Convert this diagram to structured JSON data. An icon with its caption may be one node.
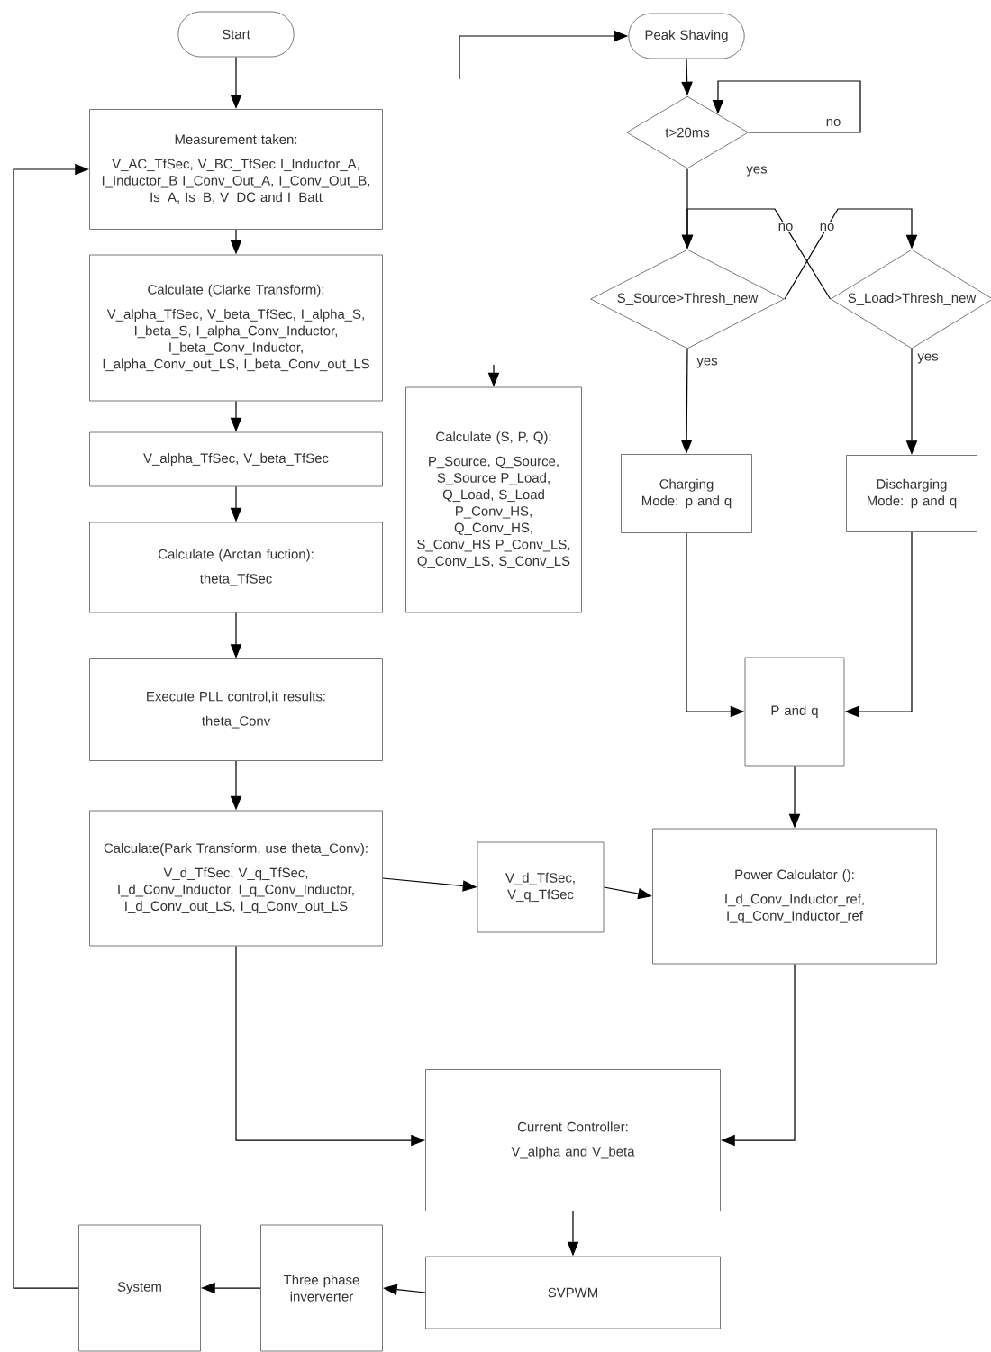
{
  "diagram": {
    "nodes": [
      {
        "text": [
          "Start"
        ]
      },
      {
        "text": [
          "Measurement taken:",
          "V_AC_TfSec, V_BC_TfSec I_Inductor_A, I_Inductor_B I_Conv_Out_A, I_Conv_Out_B, Is_A, Is_B, V_DC and I_Batt"
        ]
      },
      {
        "text": [
          "Calculate (Clarke Transform):",
          "V_alpha_TfSec, V_beta_TfSec, I_alpha_S, I_beta_S, I_alpha_Conv_Inductor, I_beta_Conv_Inductor, I_alpha_Conv_out_LS, I_beta_Conv_out_LS"
        ]
      },
      {
        "text": [
          "V_alpha_TfSec, V_beta_TfSec"
        ]
      },
      {
        "text": [
          "Calculate (Arctan fuction):",
          "theta_TfSec"
        ]
      },
      {
        "text": [
          "Execute PLL control,it results:",
          "theta_Conv"
        ]
      },
      {
        "text": [
          "Calculate(Park Transform, use theta_Conv):",
          "V_d_TfSec, V_q_TfSec, I_d_Conv_Inductor, I_q_Conv_Inductor, I_d_Conv_out_LS, I_q_Conv_out_LS"
        ]
      },
      {
        "text": [
          "V_d_TfSec, V_q_TfSec"
        ]
      },
      {
        "text": [
          "Power Calculator ():",
          "I_d_Conv_Inductor_ref, I_q_Conv_Inductor_ref"
        ]
      },
      {
        "text": [
          "Current Controller:",
          "V_alpha and V_beta"
        ]
      },
      {
        "text": [
          "SVPWM"
        ]
      },
      {
        "text": [
          "Three phase inververter"
        ]
      },
      {
        "text": [
          "System"
        ]
      },
      {
        "text": [
          "Peak Shaving"
        ]
      },
      {
        "text": [
          "t>20ms"
        ]
      },
      {
        "text": [
          "S_Source>Thresh_new"
        ]
      },
      {
        "text": [
          "S_Load>Thresh_new"
        ]
      },
      {
        "text": [
          "Calculate (S, P, Q):",
          "P_Source, Q_Source, S_Source P_Load, Q_Load, S_Load P_Conv_HS, Q_Conv_HS, S_Conv_HS P_Conv_LS, Q_Conv_LS, S_Conv_LS"
        ]
      },
      {
        "text": [
          "Charging Mode: p and q"
        ]
      },
      {
        "text": [
          "Discharging Mode: p and q"
        ]
      },
      {
        "text": [
          "P and q"
        ]
      }
    ],
    "edges": [
      {
        "from": 0,
        "to": 1,
        "arrow": "to"
      },
      {
        "from": 1,
        "to": 2,
        "arrow": "to"
      },
      {
        "from": 2,
        "to": 3,
        "arrow": "to"
      },
      {
        "from": 3,
        "to": 4,
        "arrow": "to"
      },
      {
        "from": 4,
        "to": 5,
        "arrow": "to"
      },
      {
        "from": 5,
        "to": 6,
        "arrow": "to"
      },
      {
        "from": 6,
        "to": 7,
        "arrow": "to"
      },
      {
        "from": 7,
        "to": 8,
        "arrow": "to"
      },
      {
        "from": 6,
        "to": 9,
        "arrow": "to"
      },
      {
        "from": 8,
        "to": 9,
        "arrow": "to"
      },
      {
        "from": 9,
        "to": 10,
        "arrow": "to"
      },
      {
        "from": 10,
        "to": 11,
        "arrow": "to"
      },
      {
        "from": 11,
        "to": 12,
        "arrow": "to"
      },
      {
        "from": 12,
        "to": 1,
        "arrow": "to"
      },
      {
        "from": null,
        "to": 13,
        "arrow": "to"
      },
      {
        "from": 13,
        "to": 14,
        "arrow": "to"
      },
      {
        "from": 14,
        "to": 14,
        "arrow": "to",
        "label": "no"
      },
      {
        "from": 14,
        "to": 15,
        "arrow": "to",
        "label": "yes"
      },
      {
        "from": 15,
        "to": 16,
        "arrow": "to",
        "label": "no"
      },
      {
        "from": 16,
        "to": 15,
        "arrow": "to",
        "label": "no"
      },
      {
        "from": 15,
        "to": 18,
        "arrow": "to",
        "label": "yes"
      },
      {
        "from": 16,
        "to": 19,
        "arrow": "to",
        "label": "yes"
      },
      {
        "from": 18,
        "to": 20,
        "arrow": "to"
      },
      {
        "from": 19,
        "to": 20,
        "arrow": "to"
      },
      {
        "from": 20,
        "to": 8,
        "arrow": "to"
      },
      {
        "from": null,
        "to": 17,
        "arrow": "to"
      }
    ]
  }
}
